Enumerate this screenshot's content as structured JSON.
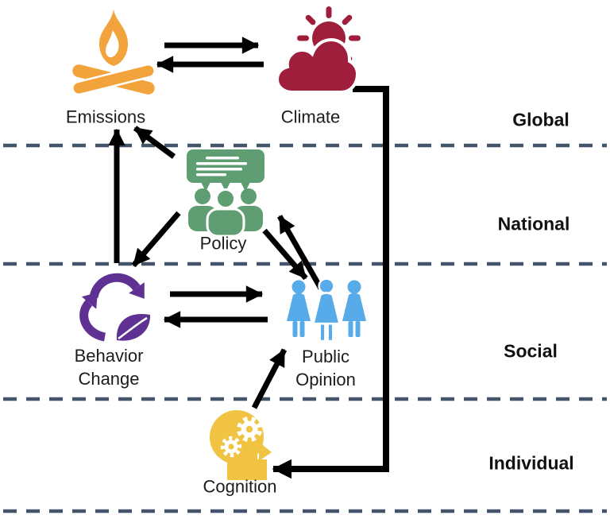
{
  "diagram": {
    "background": "#FFFFFF",
    "separator_color": "#44546A",
    "arrow_color": "#000000",
    "levels": [
      {
        "label": "Global"
      },
      {
        "label": "National"
      },
      {
        "label": "Social"
      },
      {
        "label": "Individual"
      }
    ],
    "nodes": {
      "emissions": {
        "label": "Emissions",
        "color": "#F2A33C",
        "icon": "campfire-icon"
      },
      "climate": {
        "label": "Climate",
        "color": "#9E1E3C",
        "icon": "sun-behind-cloud-icon"
      },
      "policy": {
        "label": "Policy",
        "color": "#5F9E72",
        "icon": "speech-bubble-group-icon"
      },
      "behavior_change": {
        "label": "Behavior Change",
        "color": "#5E3192",
        "icon": "recycle-leaf-icon"
      },
      "public_opinion": {
        "label": "Public Opinion",
        "color": "#56ABE8",
        "icon": "three-people-icon"
      },
      "cognition": {
        "label": "Cognition",
        "color": "#F0C343",
        "icon": "head-gears-icon"
      }
    },
    "edges": [
      {
        "from": "Emissions",
        "to": "Climate"
      },
      {
        "from": "Climate",
        "to": "Emissions"
      },
      {
        "from": "Policy",
        "to": "Emissions"
      },
      {
        "from": "Behavior Change",
        "to": "Emissions"
      },
      {
        "from": "Policy",
        "to": "Behavior Change"
      },
      {
        "from": "Policy",
        "to": "Public Opinion"
      },
      {
        "from": "Public Opinion",
        "to": "Policy"
      },
      {
        "from": "Behavior Change",
        "to": "Public Opinion"
      },
      {
        "from": "Public Opinion",
        "to": "Behavior Change"
      },
      {
        "from": "Cognition",
        "to": "Public Opinion"
      },
      {
        "from": "Climate",
        "to": "Cognition"
      }
    ]
  }
}
